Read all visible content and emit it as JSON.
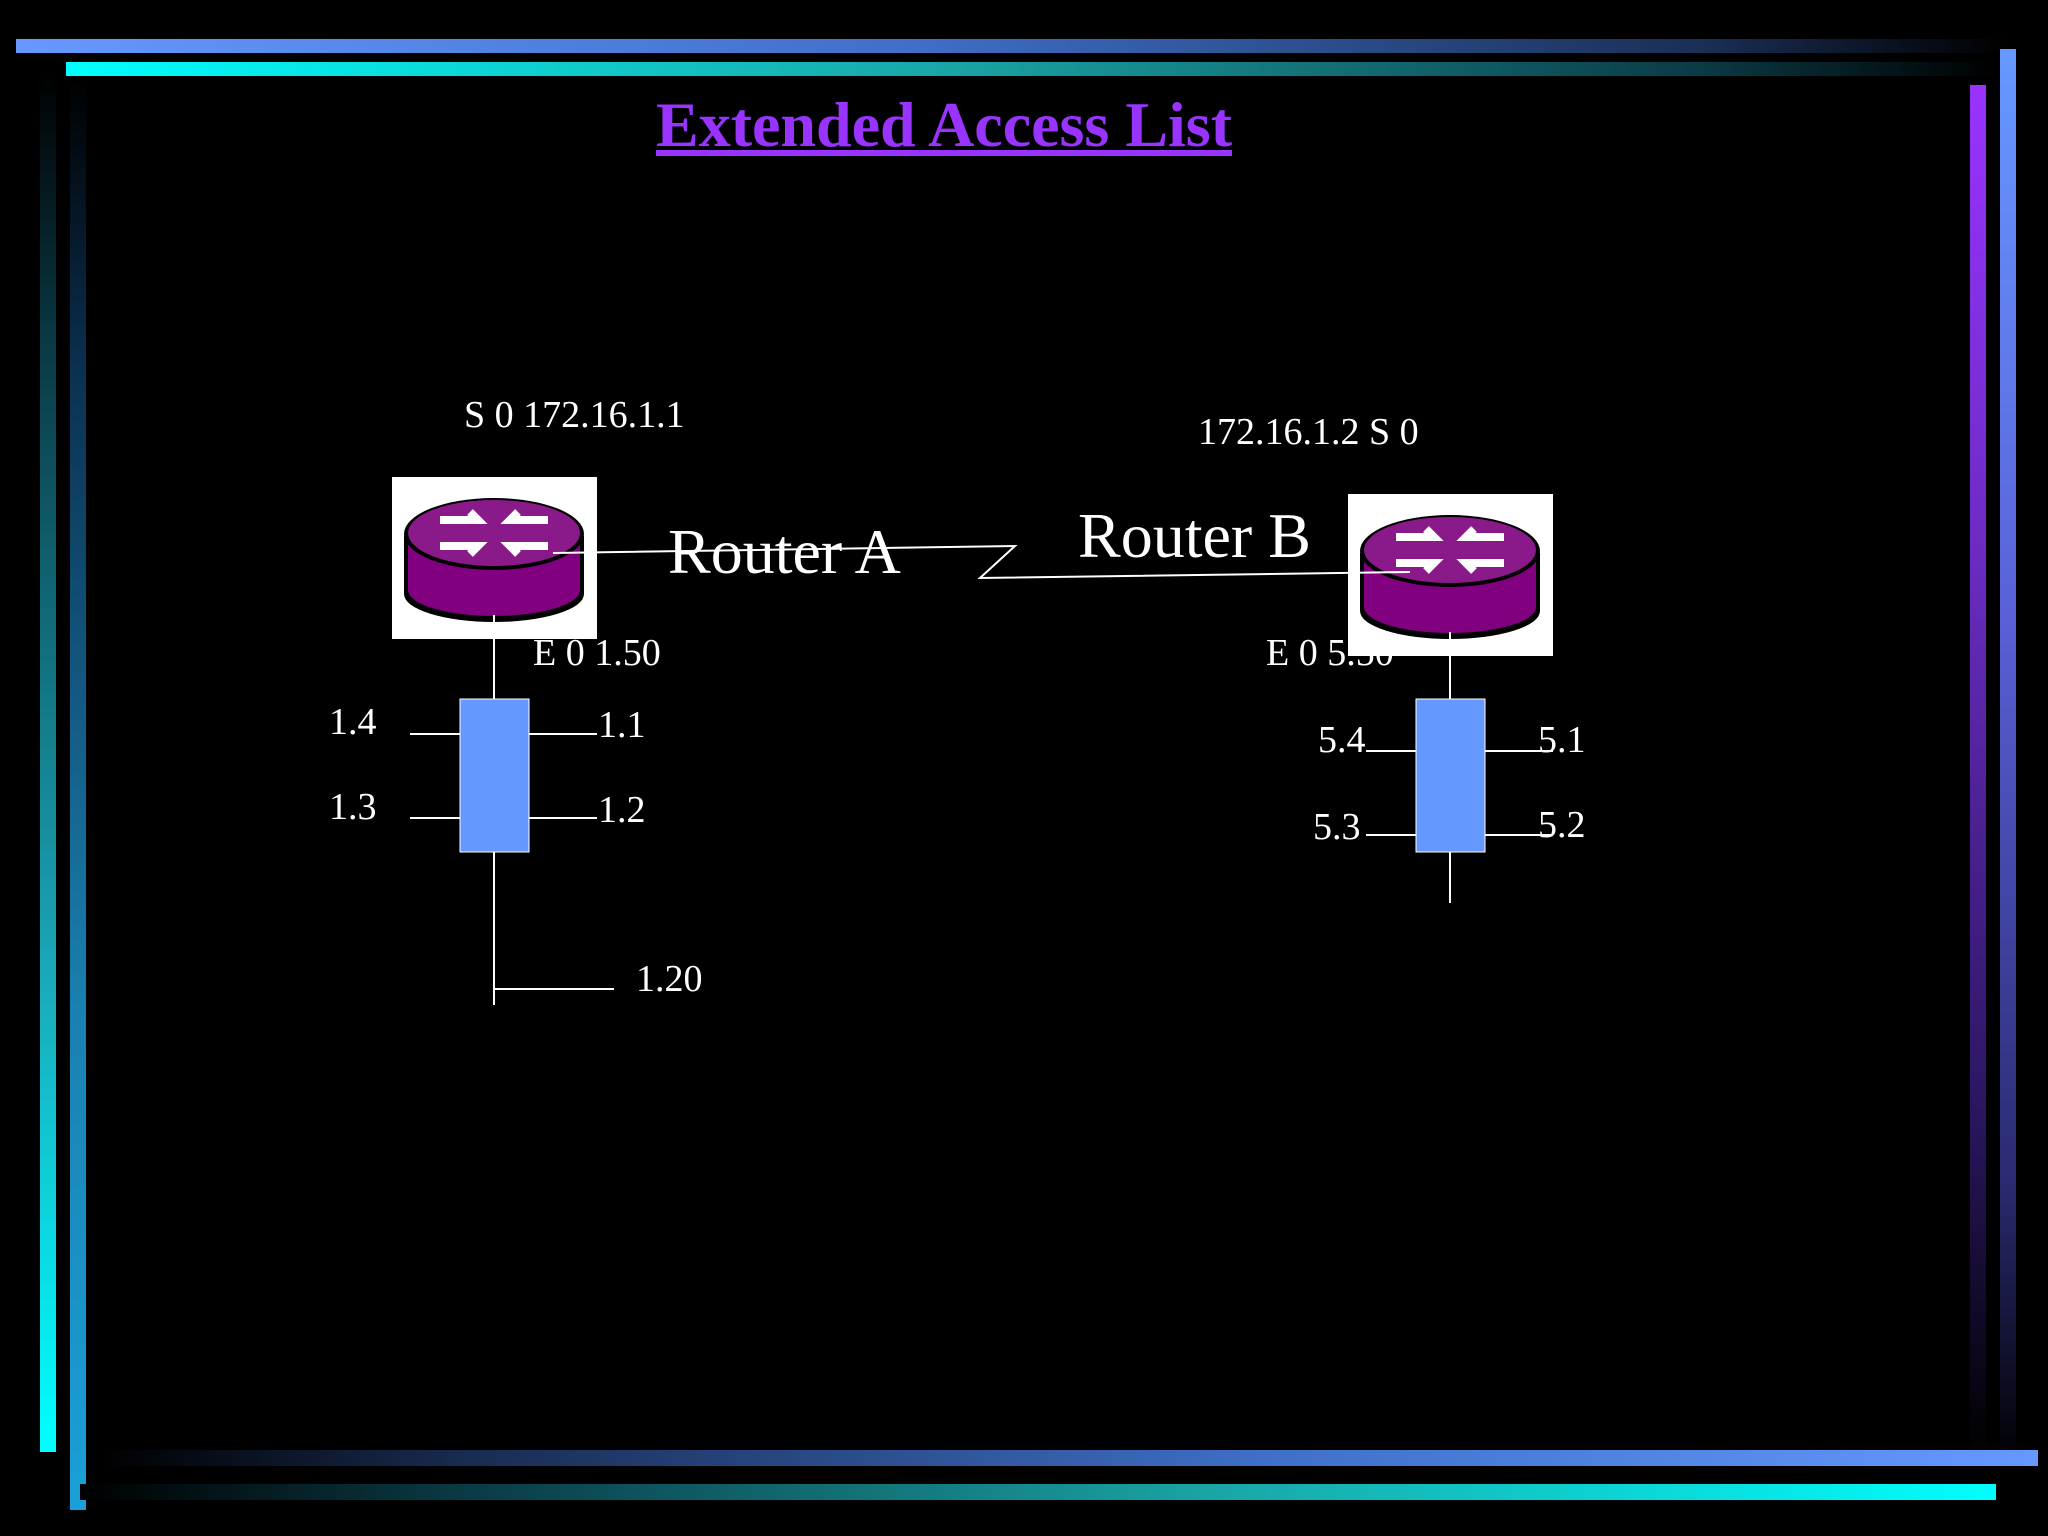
{
  "slide": {
    "title": "Extended Access List"
  },
  "router_a": {
    "name": "Router A",
    "serial": "S 0 172.16.1.1",
    "ethernet": "E 0 1.50",
    "hosts": [
      "1.4",
      "1.3",
      "1.1",
      "1.2",
      "1.20"
    ]
  },
  "router_b": {
    "name": "Router B",
    "serial": "172.16.1.2  S 0",
    "ethernet": "E 0 5.50",
    "hosts": [
      "5.4",
      "5.3",
      "5.1",
      "5.2"
    ]
  },
  "colors": {
    "title": "#9933ff",
    "router_body": "#800080",
    "hub": "#6699ff",
    "border_cyan": "#00ffff",
    "border_blue": "#6699ff",
    "border_purple": "#9933ff"
  },
  "icons": {
    "router": "router-icon",
    "hub": "hub-icon"
  }
}
